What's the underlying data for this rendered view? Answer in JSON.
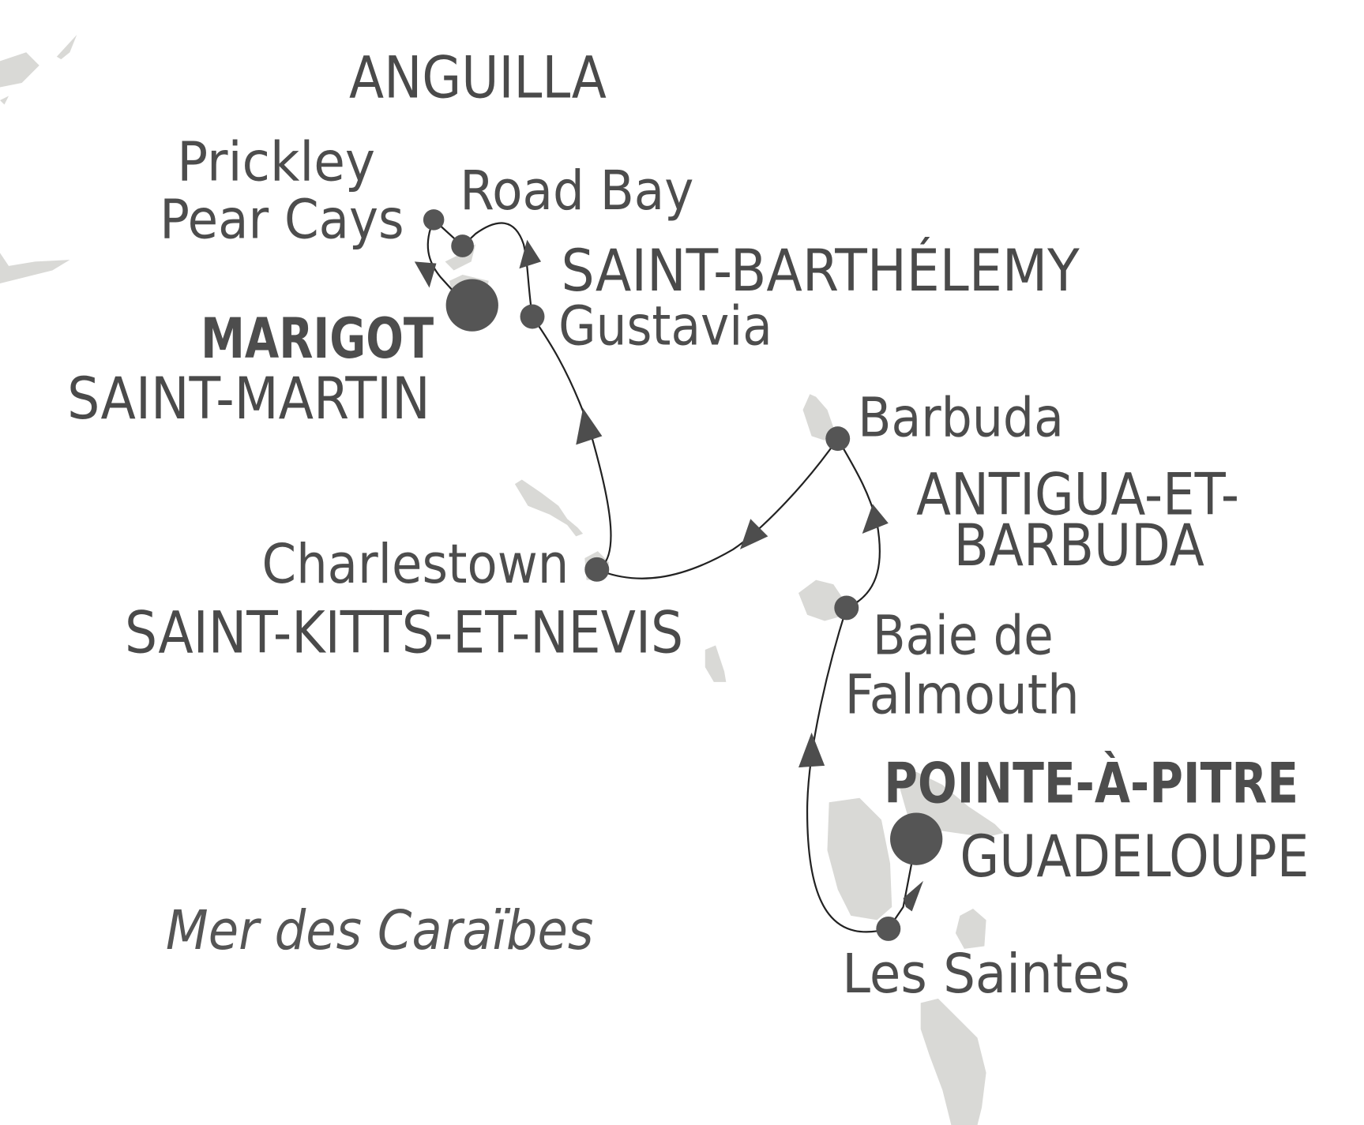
{
  "map": {
    "colors": {
      "land": "#d9d9d6",
      "text": "#4d4d4d",
      "stop_marker": "#555555",
      "route": "#222222",
      "background": "#ffffff"
    },
    "countries": {
      "anguilla": "ANGUILLA",
      "saint_barthelemy": "SAINT-BARTHÉLEMY",
      "saint_martin": "SAINT-MARTIN",
      "antigua_line1": "ANTIGUA-ET-",
      "antigua_line2": "BARBUDA",
      "saint_kitts": "SAINT-KITTS-ET-NEVIS",
      "guadeloupe": "GUADELOUPE"
    },
    "ports": {
      "prickley_line1": "Prickley",
      "prickley_line2": "Pear Cays",
      "road_bay": "Road Bay",
      "gustavia": "Gustavia",
      "marigot": "MARIGOT",
      "barbuda": "Barbuda",
      "charlestown": "Charlestown",
      "falmouth_line1": "Baie de",
      "falmouth_line2": "Falmouth",
      "pointe_a_pitre": "POINTE-À-PITRE",
      "les_saintes": "Les Saintes"
    },
    "sea": "Mer des Caraïbes",
    "route_order": [
      "Pointe-à-Pitre",
      "Les Saintes",
      "Baie de Falmouth",
      "Barbuda",
      "Charlestown",
      "Gustavia",
      "Road Bay",
      "Prickley Pear Cays",
      "Marigot"
    ],
    "embarkation_ports": [
      "Pointe-à-Pitre",
      "Marigot"
    ]
  }
}
